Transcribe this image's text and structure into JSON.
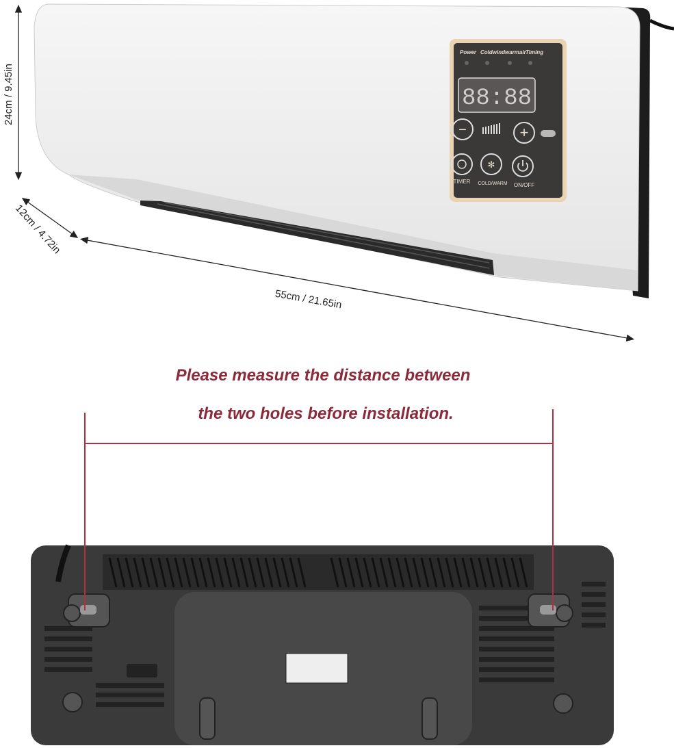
{
  "dimensions": {
    "height": "24cm / 9.45in",
    "depth": "12cm / 4.72in",
    "width": "55cm / 21.65in"
  },
  "control_panel": {
    "top_labels": [
      "Power",
      "Coldwind",
      "warmair",
      "Timing"
    ],
    "display": "88:88",
    "buttons": {
      "minus": "−",
      "plus": "+",
      "timer": "TIMER",
      "mode": "COLD/WARM",
      "power": "ON/OFF"
    }
  },
  "note": {
    "line1": "Please measure the distance between",
    "line2": "the two holes before installation."
  },
  "colors": {
    "note": "#8b2a3a",
    "panel": "#3b3838",
    "panel_border": "#e9d3b3",
    "back_body": "#3a3a3a"
  }
}
